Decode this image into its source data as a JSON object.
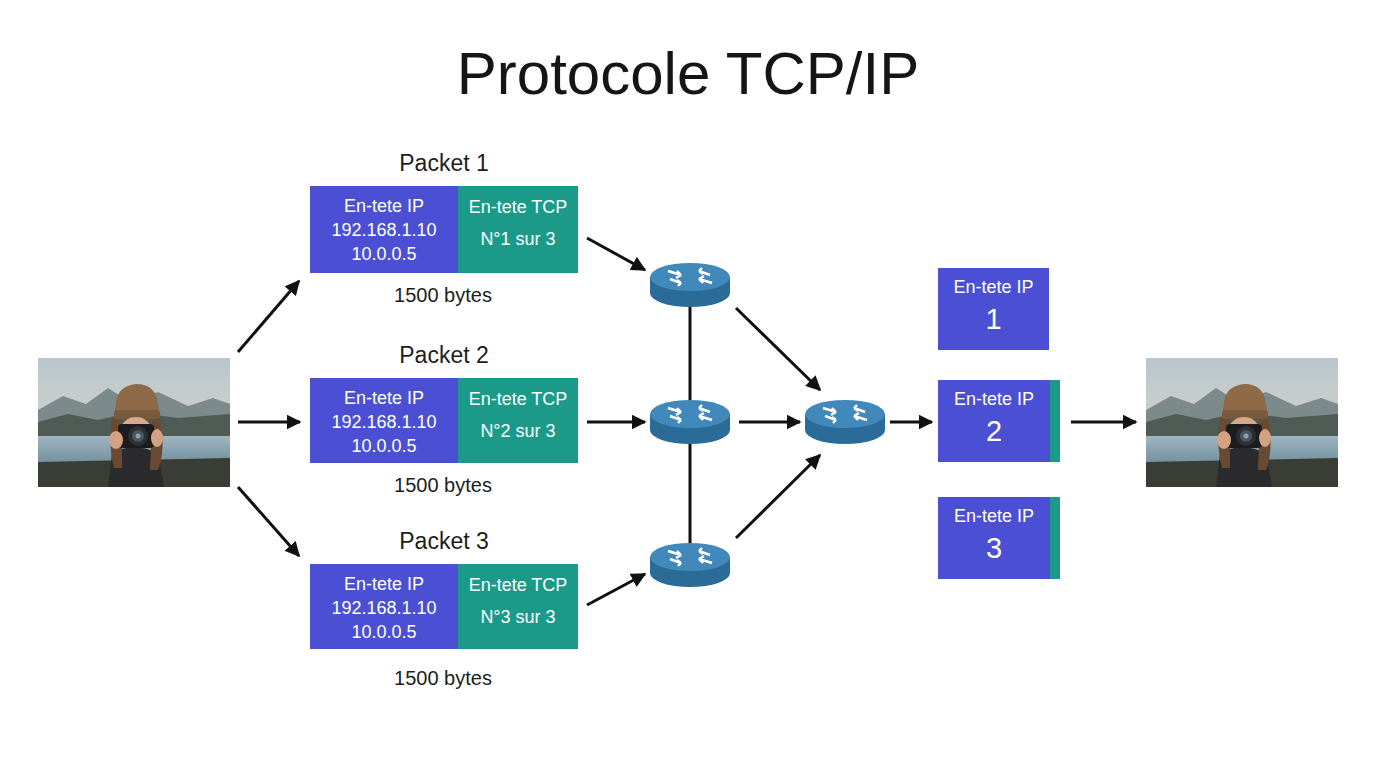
{
  "diagram": {
    "title": "Protocole TCP/IP",
    "nodes": [
      {
        "text": [
          "Packet 1"
        ]
      },
      {
        "text": [
          "En-tete IP",
          "192.168.1.10",
          "10.0.0.5"
        ],
        "in": 0
      },
      {
        "text": [
          "En-tete TCP",
          "N°1 sur 3"
        ],
        "in": 0
      },
      {
        "text": [
          "Packet 2"
        ]
      },
      {
        "text": [
          "En-tete IP",
          "192.168.1.10",
          "10.0.0.5"
        ],
        "in": 3
      },
      {
        "text": [
          "En-tete TCP",
          "N°2 sur 3"
        ],
        "in": 3
      },
      {
        "text": [
          "Packet 3"
        ]
      },
      {
        "text": [
          "En-tete IP",
          "192.168.1.10",
          "10.0.0.5"
        ],
        "in": 6
      },
      {
        "text": [
          "En-tete TCP",
          "N°3 sur 3"
        ],
        "in": 6
      },
      {
        "text": [
          "En-tete IP",
          "1"
        ]
      },
      {
        "text": [
          "En-tete IP",
          "2"
        ]
      },
      {
        "text": [
          "En-tete IP",
          "3"
        ]
      }
    ],
    "labels": [
      "1500 bytes",
      "1500 bytes",
      "1500 bytes"
    ]
  }
}
